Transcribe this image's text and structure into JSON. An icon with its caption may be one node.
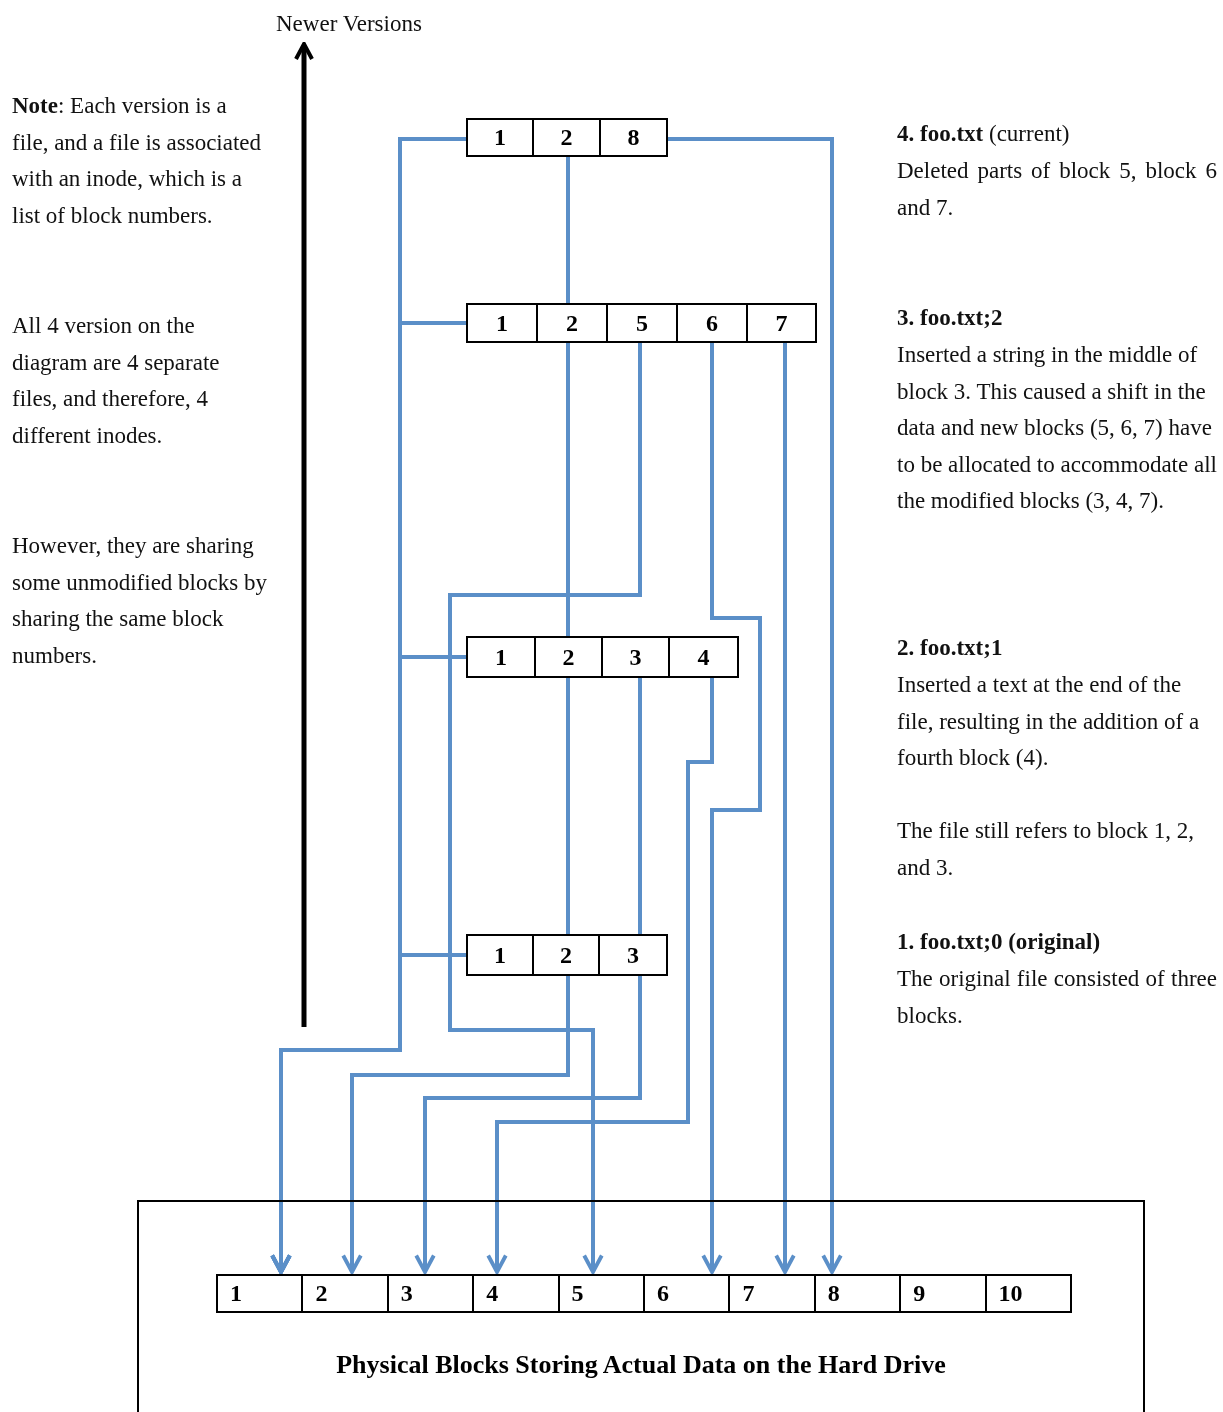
{
  "diagram": {
    "nodes": [
      {
        "text": [
          "Physical Blocks Storing Actual Data on the Hard Drive"
        ]
      },
      {
        "text": [
          "1"
        ],
        "in": 0
      },
      {
        "text": [
          "2"
        ],
        "in": 0
      },
      {
        "text": [
          "3"
        ],
        "in": 0
      },
      {
        "text": [
          "4"
        ],
        "in": 0
      },
      {
        "text": [
          "5"
        ],
        "in": 0
      },
      {
        "text": [
          "6"
        ],
        "in": 0
      },
      {
        "text": [
          "7"
        ],
        "in": 0
      },
      {
        "text": [
          "8"
        ],
        "in": 0
      },
      {
        "text": [
          "9"
        ],
        "in": 0
      },
      {
        "text": [
          "10"
        ],
        "in": 0
      },
      {
        "text": [
          "1"
        ]
      },
      {
        "text": [
          "2"
        ]
      },
      {
        "text": [
          "8"
        ]
      },
      {
        "text": [
          "1"
        ]
      },
      {
        "text": [
          "2"
        ]
      },
      {
        "text": [
          "5"
        ]
      },
      {
        "text": [
          "6"
        ]
      },
      {
        "text": [
          "7"
        ]
      },
      {
        "text": [
          "1"
        ]
      },
      {
        "text": [
          "2"
        ]
      },
      {
        "text": [
          "3"
        ]
      },
      {
        "text": [
          "4"
        ]
      },
      {
        "text": [
          "1"
        ]
      },
      {
        "text": [
          "2"
        ]
      },
      {
        "text": [
          "3"
        ]
      }
    ],
    "edges": [
      {
        "from": 11,
        "to": 1,
        "arrow": "to"
      },
      {
        "from": 14,
        "to": 1,
        "arrow": "to"
      },
      {
        "from": 19,
        "to": 1,
        "arrow": "to"
      },
      {
        "from": 23,
        "to": 1,
        "arrow": "to"
      },
      {
        "from": 12,
        "to": 15,
        "arrow": "none"
      },
      {
        "from": 15,
        "to": 20,
        "arrow": "none"
      },
      {
        "from": 20,
        "to": 24,
        "arrow": "none"
      },
      {
        "from": 24,
        "to": 2,
        "arrow": "to"
      },
      {
        "from": 21,
        "to": 25,
        "arrow": "none"
      },
      {
        "from": 25,
        "to": 3,
        "arrow": "to"
      },
      {
        "from": 22,
        "to": 4,
        "arrow": "to"
      },
      {
        "from": 16,
        "to": 5,
        "arrow": "to"
      },
      {
        "from": 17,
        "to": 6,
        "arrow": "to"
      },
      {
        "from": 18,
        "to": 7,
        "arrow": "to"
      },
      {
        "from": 13,
        "to": 8,
        "arrow": "to"
      }
    ],
    "labels": [
      "Newer Versions",
      "**Note**: Each version is a file, and a file is associated with an inode, which is a list of block numbers.",
      "All 4 version on the diagram are 4 separate files, and therefore, 4 different inodes.",
      "However, they are sharing some unmodified blocks by sharing the same block numbers.",
      "**4. foo.txt** (current)",
      "Deleted parts of block 5, block 6 and 7.",
      "3. foo.txt;2",
      "Inserted a string in the middle of block 3. This caused a shift in the data and new blocks (5, 6, 7) have to be allocated to accommodate all the modified blocks (3, 4, 7).",
      "2. foo.txt;1",
      "Inserted a text at the end of the file, resulting in the addition of a fourth block (4).",
      "The file still refers to block 1, 2, and 3.",
      "1. foo.txt;0 (original)",
      "The original file consisted of three blocks."
    ]
  }
}
